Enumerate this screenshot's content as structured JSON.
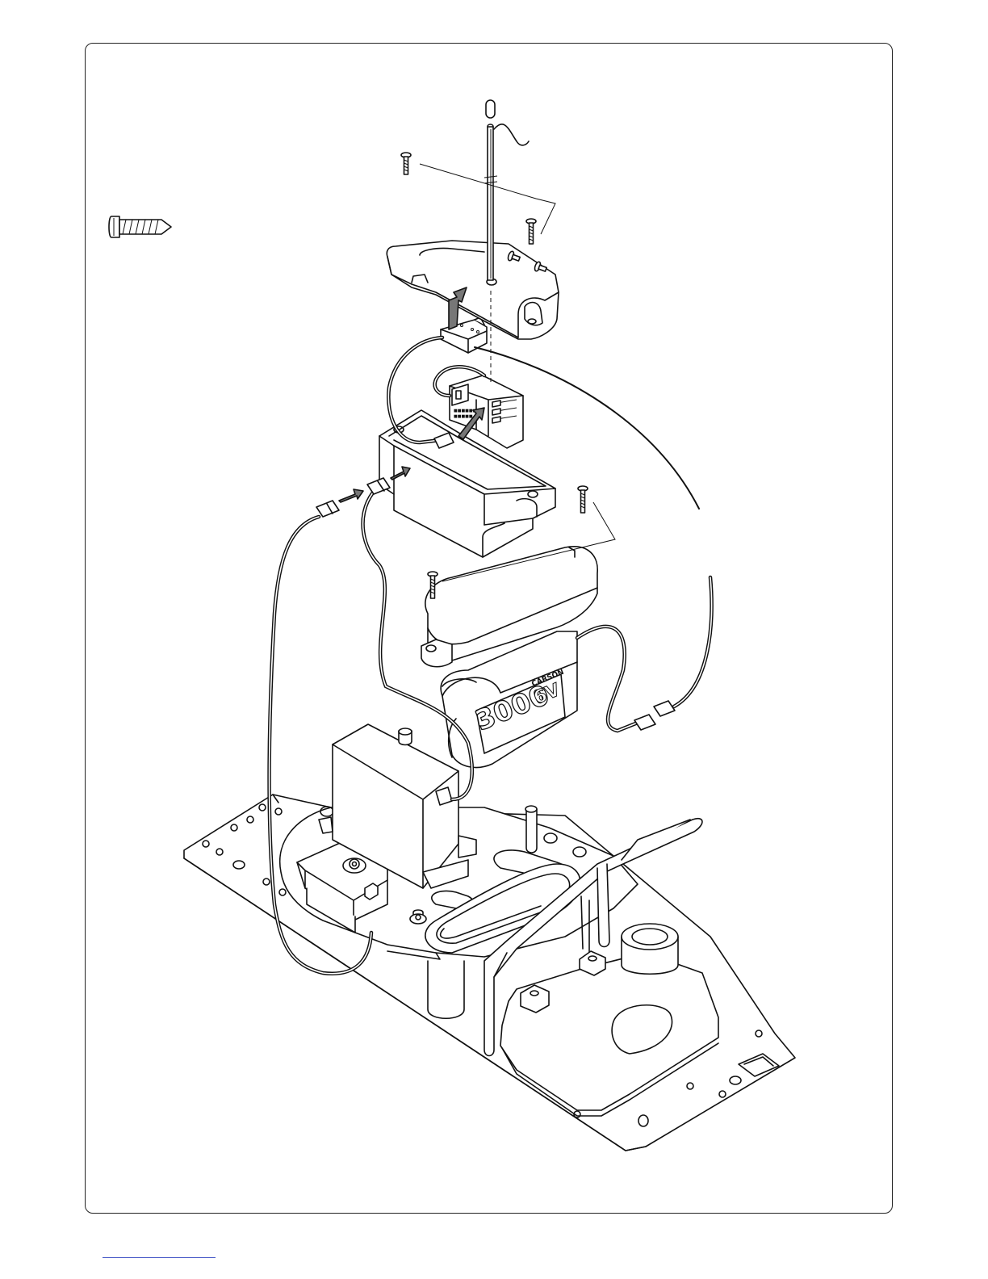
{
  "battery": {
    "capacity": "3000",
    "voltage": "6V",
    "brand": "CARSON"
  }
}
